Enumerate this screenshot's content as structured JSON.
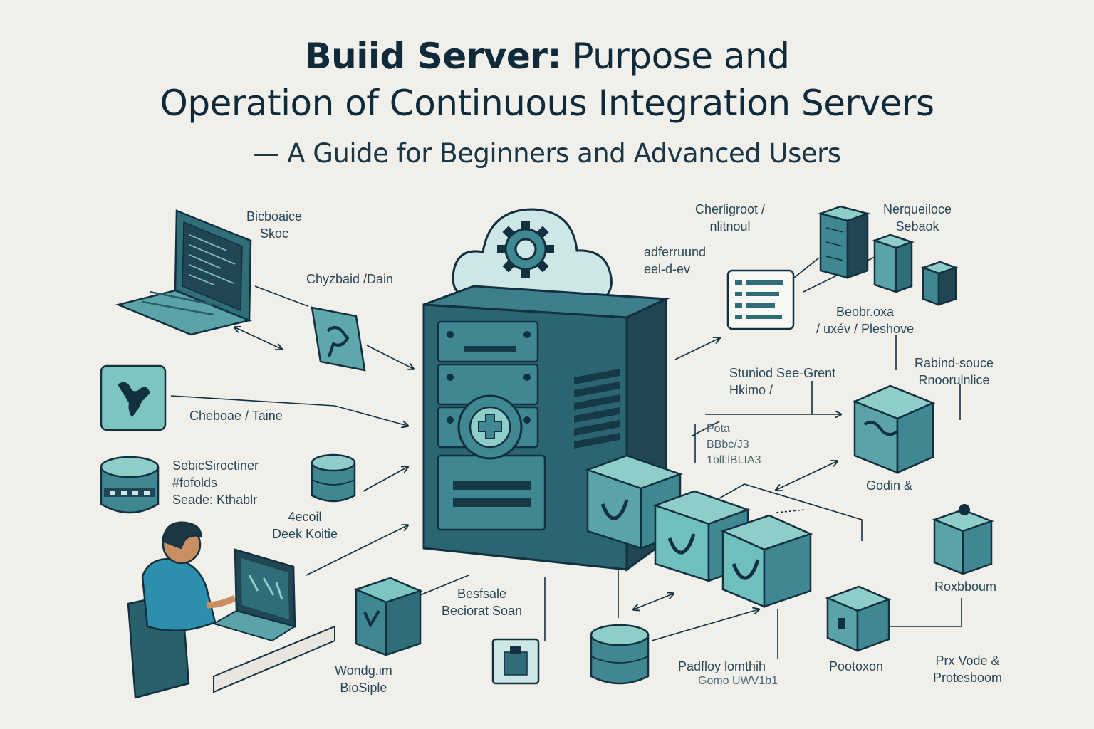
{
  "title": {
    "bold": "Buiid Server:",
    "rest": " Purpose and",
    "line2": "Operation of Continuous Integration Servers",
    "subtitle": "— A Guide for Beginners and Advanced Users"
  },
  "labels": {
    "laptop": [
      "Bicboaice",
      "Skoc"
    ],
    "chain": [
      "Chyzbaid /Dain"
    ],
    "source": [
      "Cheboae / Taine"
    ],
    "storage": [
      "SebicSiroctiner",
      "#fofolds",
      "Seade: Kthablr"
    ],
    "db_small": [
      "4ecoil",
      "Deek Koitie"
    ],
    "dev": [
      "Wondg.im",
      "BioSiple"
    ],
    "besfsale": [
      "Besfsale",
      "Beciorat Soan"
    ],
    "cloud_right": [
      "adferruund",
      "eel-d-ev"
    ],
    "checks": [
      "Cherligroot /",
      "nlitnoul"
    ],
    "nerque": [
      "Nerqueiloce",
      "Sebaok"
    ],
    "beobroxa": [
      "Beobr.oxa",
      "/ uxév / Pleshove"
    ],
    "stuniod": [
      "Stuniod See-Grent",
      "Hkimo /"
    ],
    "pota": [
      "Pota",
      "BBbc/J3",
      "1bll:lBLIA3"
    ],
    "rabind": [
      "Rabind-souce",
      "Rnoorulnlice"
    ],
    "godin": [
      "Godin &"
    ],
    "roxbboum": [
      "Roxbboum"
    ],
    "padfloy": [
      "Padfloy lomthih"
    ],
    "gomo": [
      "Gomo UWV1b1"
    ],
    "pootoxon": [
      "Pootoxon"
    ],
    "prx": [
      "Prx Vode &",
      "Protesboom"
    ]
  },
  "colors": {
    "background": "#f1efea",
    "dark_teal": "#244f5e",
    "mid_teal": "#3f8791",
    "light_teal": "#6fbfbd",
    "pale_teal": "#cfe6e6",
    "ink": "#12303f",
    "person_shirt": "#2c8fae"
  },
  "icons": [
    "laptop-icon",
    "cloud-gear-icon",
    "build-server-icon",
    "artifact-box-icon",
    "database-icon",
    "document-icon",
    "server-rack-icon",
    "developer-icon",
    "pipeline-box-icon"
  ]
}
